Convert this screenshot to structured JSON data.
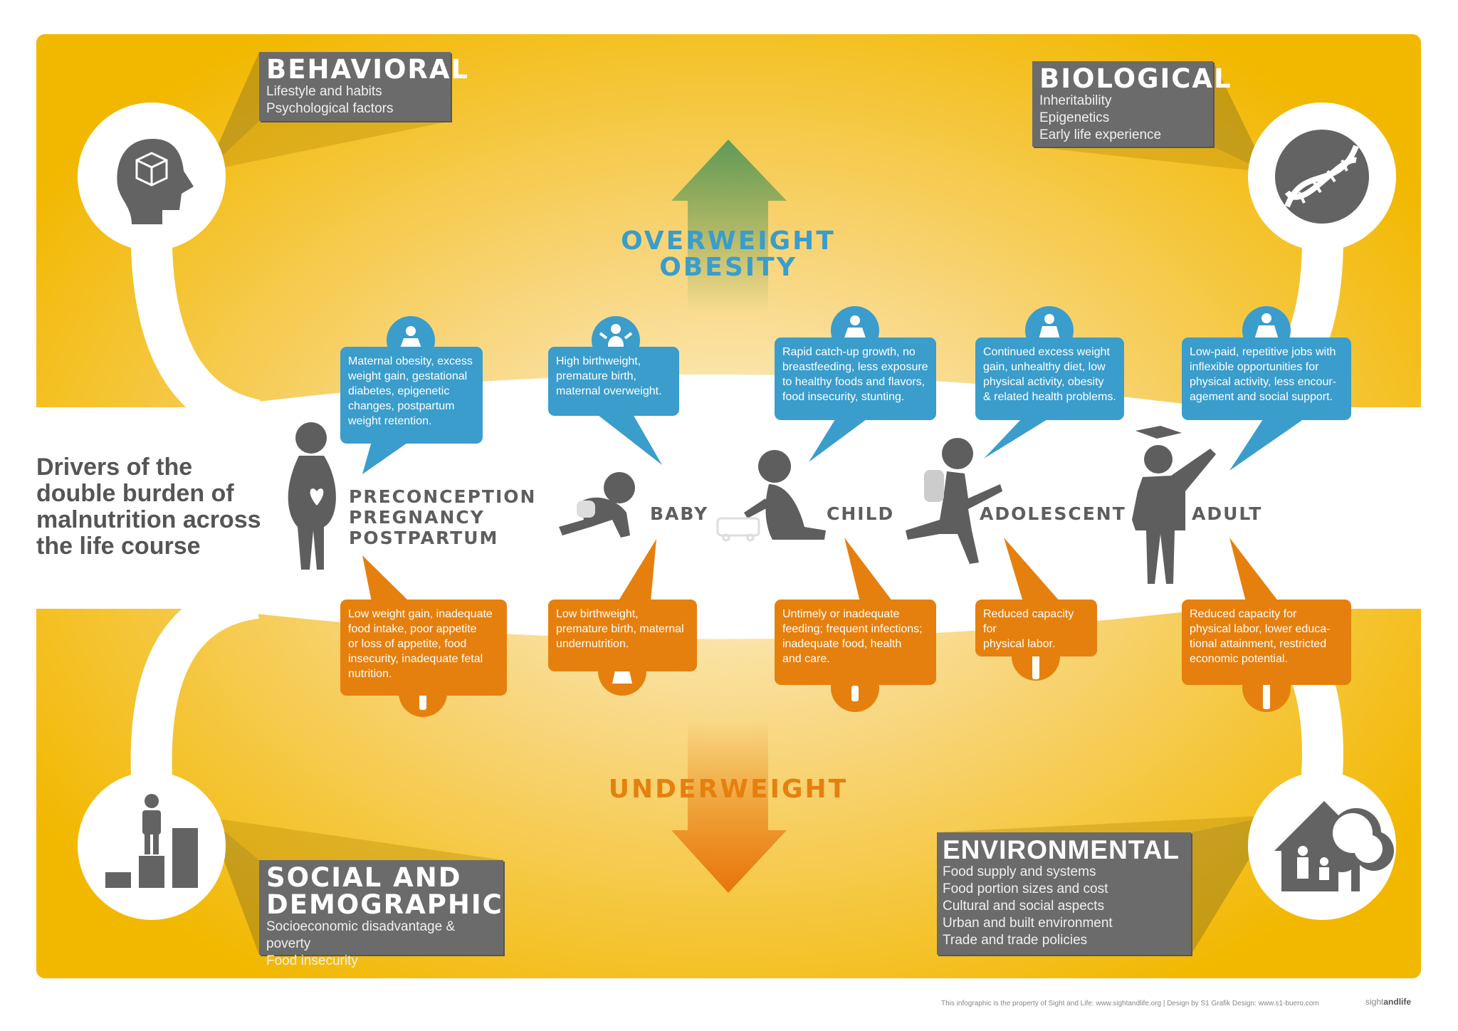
{
  "title": "Drivers of the\ndouble burden of\nmalnutrition across\nthe life course",
  "colors": {
    "frame": "#f2b800",
    "center": "#fbe7b4",
    "blue": "#3a9dcc",
    "orange": "#e5800e",
    "gray": "#6b6b6b",
    "figure": "#5e5e5e"
  },
  "drivers": {
    "behavioral": {
      "heading": "BEHAVIORAL",
      "text": "Lifestyle and habits\nPsychological factors",
      "icon": "head-with-box-icon"
    },
    "biological": {
      "heading": "BIOLOGICAL",
      "text": "Inheritability\nEpigenetics\nEarly life experience",
      "icon": "dna-icon"
    },
    "social": {
      "heading": "SOCIAL AND\nDEMOGRAPHIC",
      "text": "Socioeconomic disadvantage & poverty\nFood insecurity",
      "icon": "person-on-steps-icon"
    },
    "environmental": {
      "heading": "ENVIRONMENTAL",
      "text": "Food supply and systems\nFood portion sizes and cost\nCultural and social aspects\nUrban and built environment\nTrade and trade policies",
      "icon": "house-and-tree-icon"
    }
  },
  "overweight_label": "OVERWEIGHT\nOBESITY",
  "underweight_label": "UNDERWEIGHT",
  "stages": [
    {
      "label": "PRECONCEPTION\nPREGNANCY\nPOSTPARTUM",
      "over": "Maternal obesity, excess\nweight gain, gestational\ndiabetes, epigenetic\nchanges, postpartum\nweight retention.",
      "under": "Low weight gain, inadequate\nfood intake, poor appetite\nor loss of appetite, food\ninsecurity, inadequate fetal\nnutrition."
    },
    {
      "label": "BABY",
      "over": "High birthweight,\npremature birth,\nmaternal overweight.",
      "under": "Low birthweight,\npremature birth, maternal\nundernutrition."
    },
    {
      "label": "CHILD",
      "over": "Rapid catch-up growth, no\nbreastfeeding, less exposure\nto healthy foods and flavors,\nfood insecurity, stunting.",
      "under": "Untimely or inadequate\nfeeding; frequent infections;\ninadequate food, health\nand care."
    },
    {
      "label": "ADOLESCENT",
      "over": "Continued excess weight\ngain, unhealthy diet, low\nphysical activity, obesity\n& related health problems.",
      "under": "Reduced capacity for\nphysical labor."
    },
    {
      "label": "ADULT",
      "over": "Low-paid, repetitive jobs with\ninflexible opportunities for\nphysical activity, less encour-\nagement and social support.",
      "under": "Reduced capacity for\nphysical labor, lower educa-\ntional attainment, restricted\neconomic potential."
    }
  ],
  "footer": "This infographic is the property of Sight and Life: www.sightandlife.org | Design by S1 Grafik Design: www.s1-buero.com",
  "logo": {
    "light": "sight",
    "bold": "andlife"
  }
}
